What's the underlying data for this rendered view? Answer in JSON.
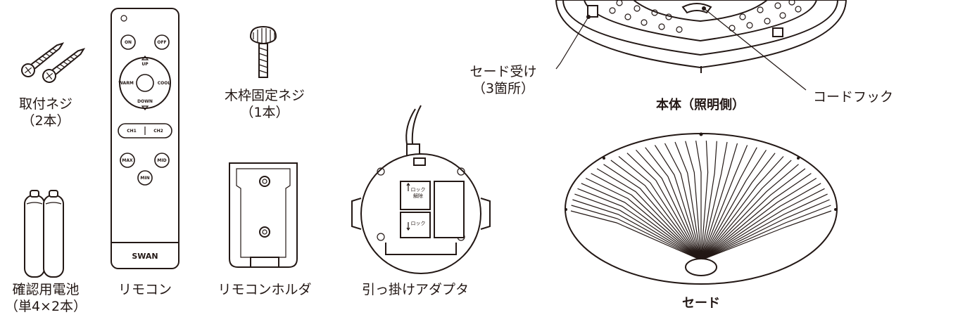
{
  "parts": {
    "screws": {
      "name": "取付ネジ",
      "qty": "（2本）"
    },
    "remote": {
      "name": "リモコン",
      "brand": "SWAN",
      "buttons": [
        "ON",
        "OFF",
        "UP",
        "DOWN",
        "WARM",
        "COOL",
        "CH1",
        "CH2",
        "MAX",
        "MID",
        "MIN"
      ]
    },
    "wood_screw": {
      "name": "木枠固定ネジ",
      "qty": "（1本）"
    },
    "holder": {
      "name": "リモコンホルダ"
    },
    "adapter": {
      "name": "引っ掛けアダプタ",
      "lock_release": [
        "ロック",
        "解除"
      ],
      "lock": "ロック"
    },
    "battery": {
      "name": "確認用電池",
      "qty": "（単4×2本）"
    },
    "body": {
      "name": "本体（照明側）",
      "shade_holder": "セード受け",
      "shade_holder_qty": "（3箇所）",
      "cord_hook": "コードフック"
    },
    "shade": {
      "name": "セード"
    }
  }
}
